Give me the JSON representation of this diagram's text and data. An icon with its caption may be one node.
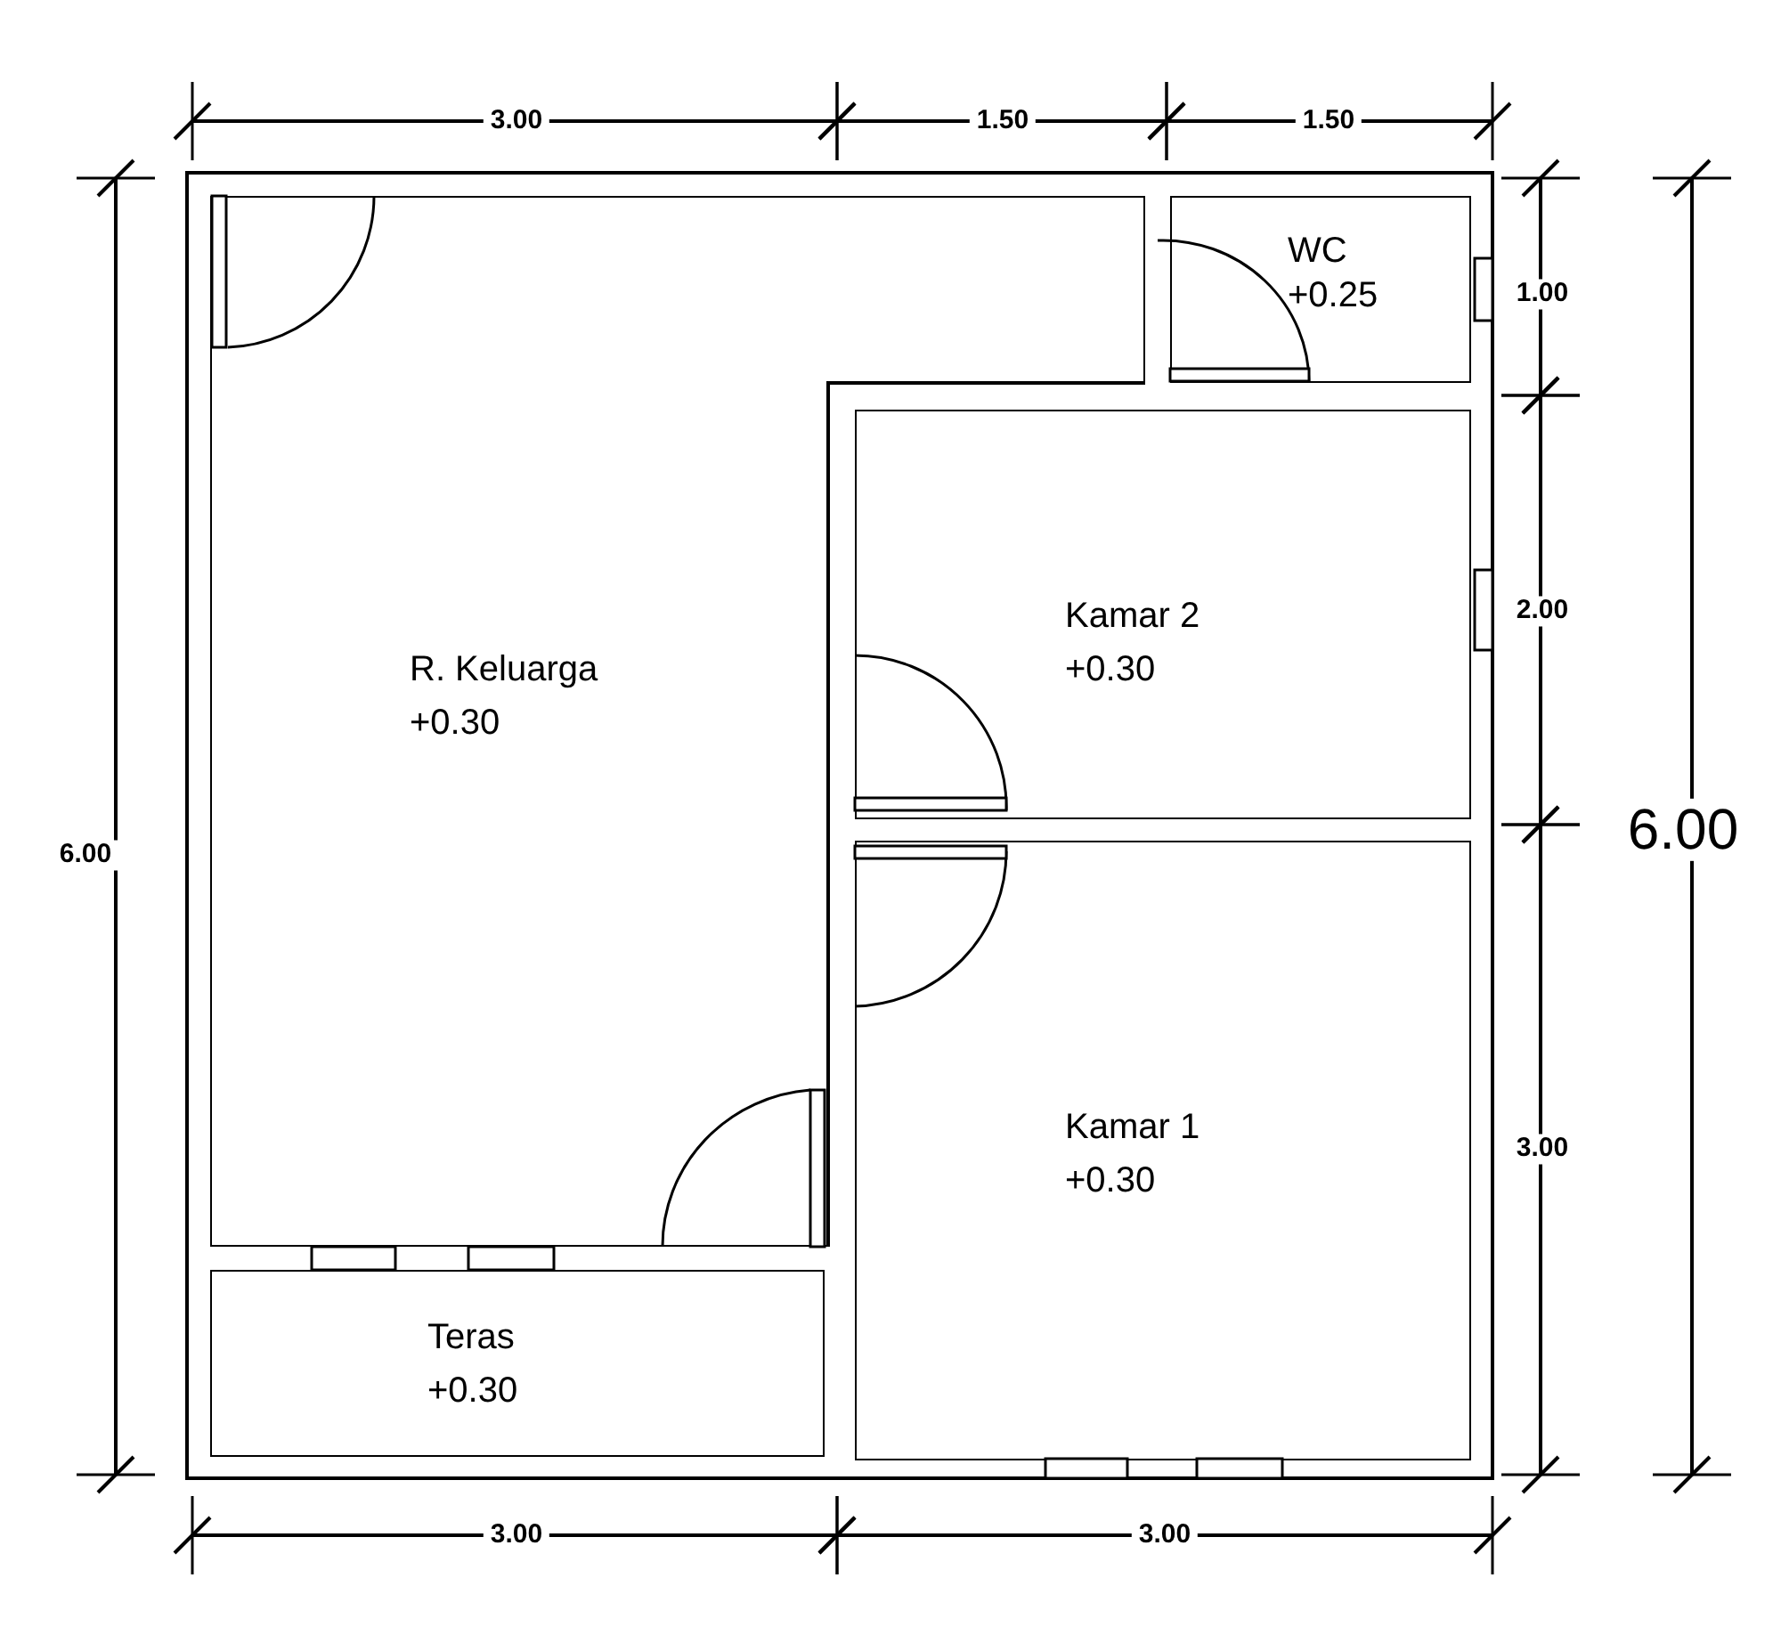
{
  "diagram": {
    "nodes": [
      {
        "text": [
          "WC",
          "+0.25"
        ]
      },
      {
        "text": [
          "Kamar 2",
          "+0.30"
        ]
      },
      {
        "text": [
          "R. Keluarga",
          "+0.30"
        ]
      },
      {
        "text": [
          "Kamar 1",
          "+0.30"
        ]
      },
      {
        "text": [
          "Teras",
          "+0.30"
        ]
      }
    ],
    "edges": [],
    "labels": [
      "3.00",
      "1.50",
      "1.50",
      "1.00",
      "2.00",
      "6.00",
      "6.00",
      "3.00",
      "3.00",
      "3.00"
    ]
  }
}
